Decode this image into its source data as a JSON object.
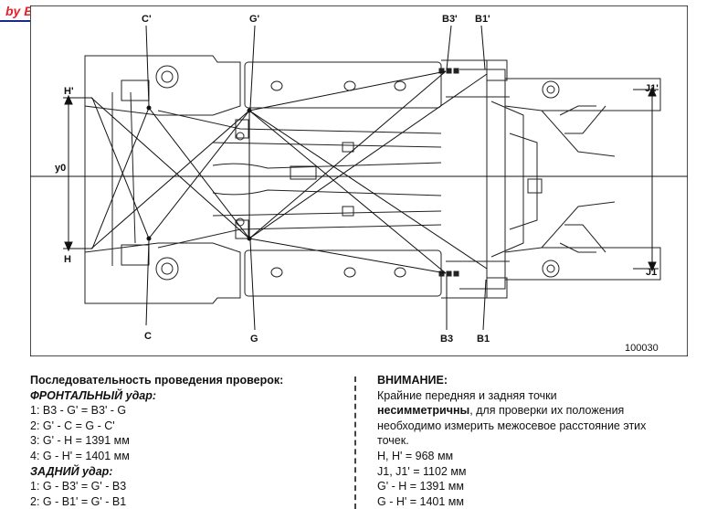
{
  "watermark": "by Всевышний",
  "diagram": {
    "code": "100030",
    "labels": {
      "c_top": "C'",
      "g_top": "G'",
      "b3_top": "B3'",
      "b1_top": "B1'",
      "h_top": "H'",
      "h_bottom": "H",
      "y0": "y0",
      "j1_top": "J1'",
      "j1_bottom": "J1",
      "c_bottom": "C",
      "g_bottom": "G",
      "b3_bottom": "B3",
      "b1_bottom": "B1"
    }
  },
  "left": {
    "heading": "Последовательность проведения проверок:",
    "front_title": "ФРОНТАЛЬНЫЙ удар:",
    "front": [
      "1: B3 - G' = B3' - G",
      "2: G' - C = G - C'",
      "3: G' - H = 1391 мм",
      "4: G - H' = 1401 мм"
    ],
    "rear_title": "ЗАДНИЙ удар:",
    "rear": [
      "1: G - B3' = G' - B3",
      "2: G - B1' = G' - B1"
    ]
  },
  "right": {
    "heading": "ВНИМАНИЕ:",
    "p1": "Крайние передняя и задняя точки",
    "p2_bold": "несимметричны",
    "p2_rest": ", для проверки их положения",
    "p3": "необходимо измерить межосевое расстояние этих",
    "p4": "точек.",
    "values": [
      "H, H' = 968 мм",
      "J1, J1' = 1102 мм",
      "G' - H = 1391 мм",
      "G - H' = 1401 мм"
    ]
  }
}
